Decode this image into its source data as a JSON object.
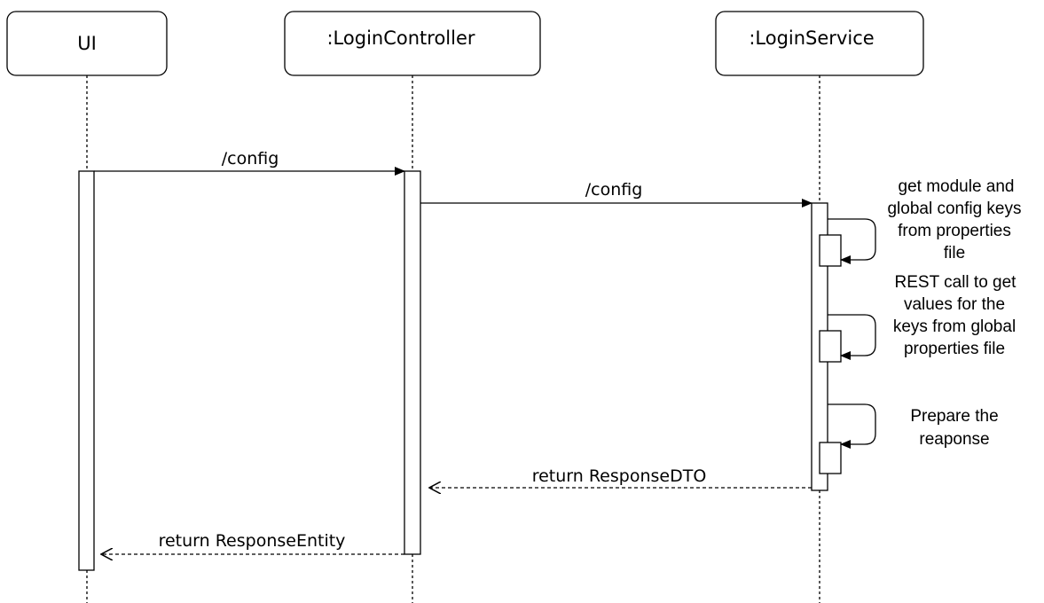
{
  "participants": {
    "ui": "UI",
    "controller": ":LoginController",
    "service": ":LoginService"
  },
  "messages": {
    "ui_to_controller": "/config",
    "controller_to_service": "/config",
    "service_return": "return ResponseDTO",
    "controller_return": "return ResponseEntity"
  },
  "self_calls": {
    "get_keys": [
      "get module and",
      "global config keys",
      "from  properties",
      "file"
    ],
    "rest_call": [
      "REST call to get",
      "values for the",
      "keys from global",
      "properties file"
    ],
    "prepare": [
      "Prepare the",
      "reaponse"
    ]
  }
}
